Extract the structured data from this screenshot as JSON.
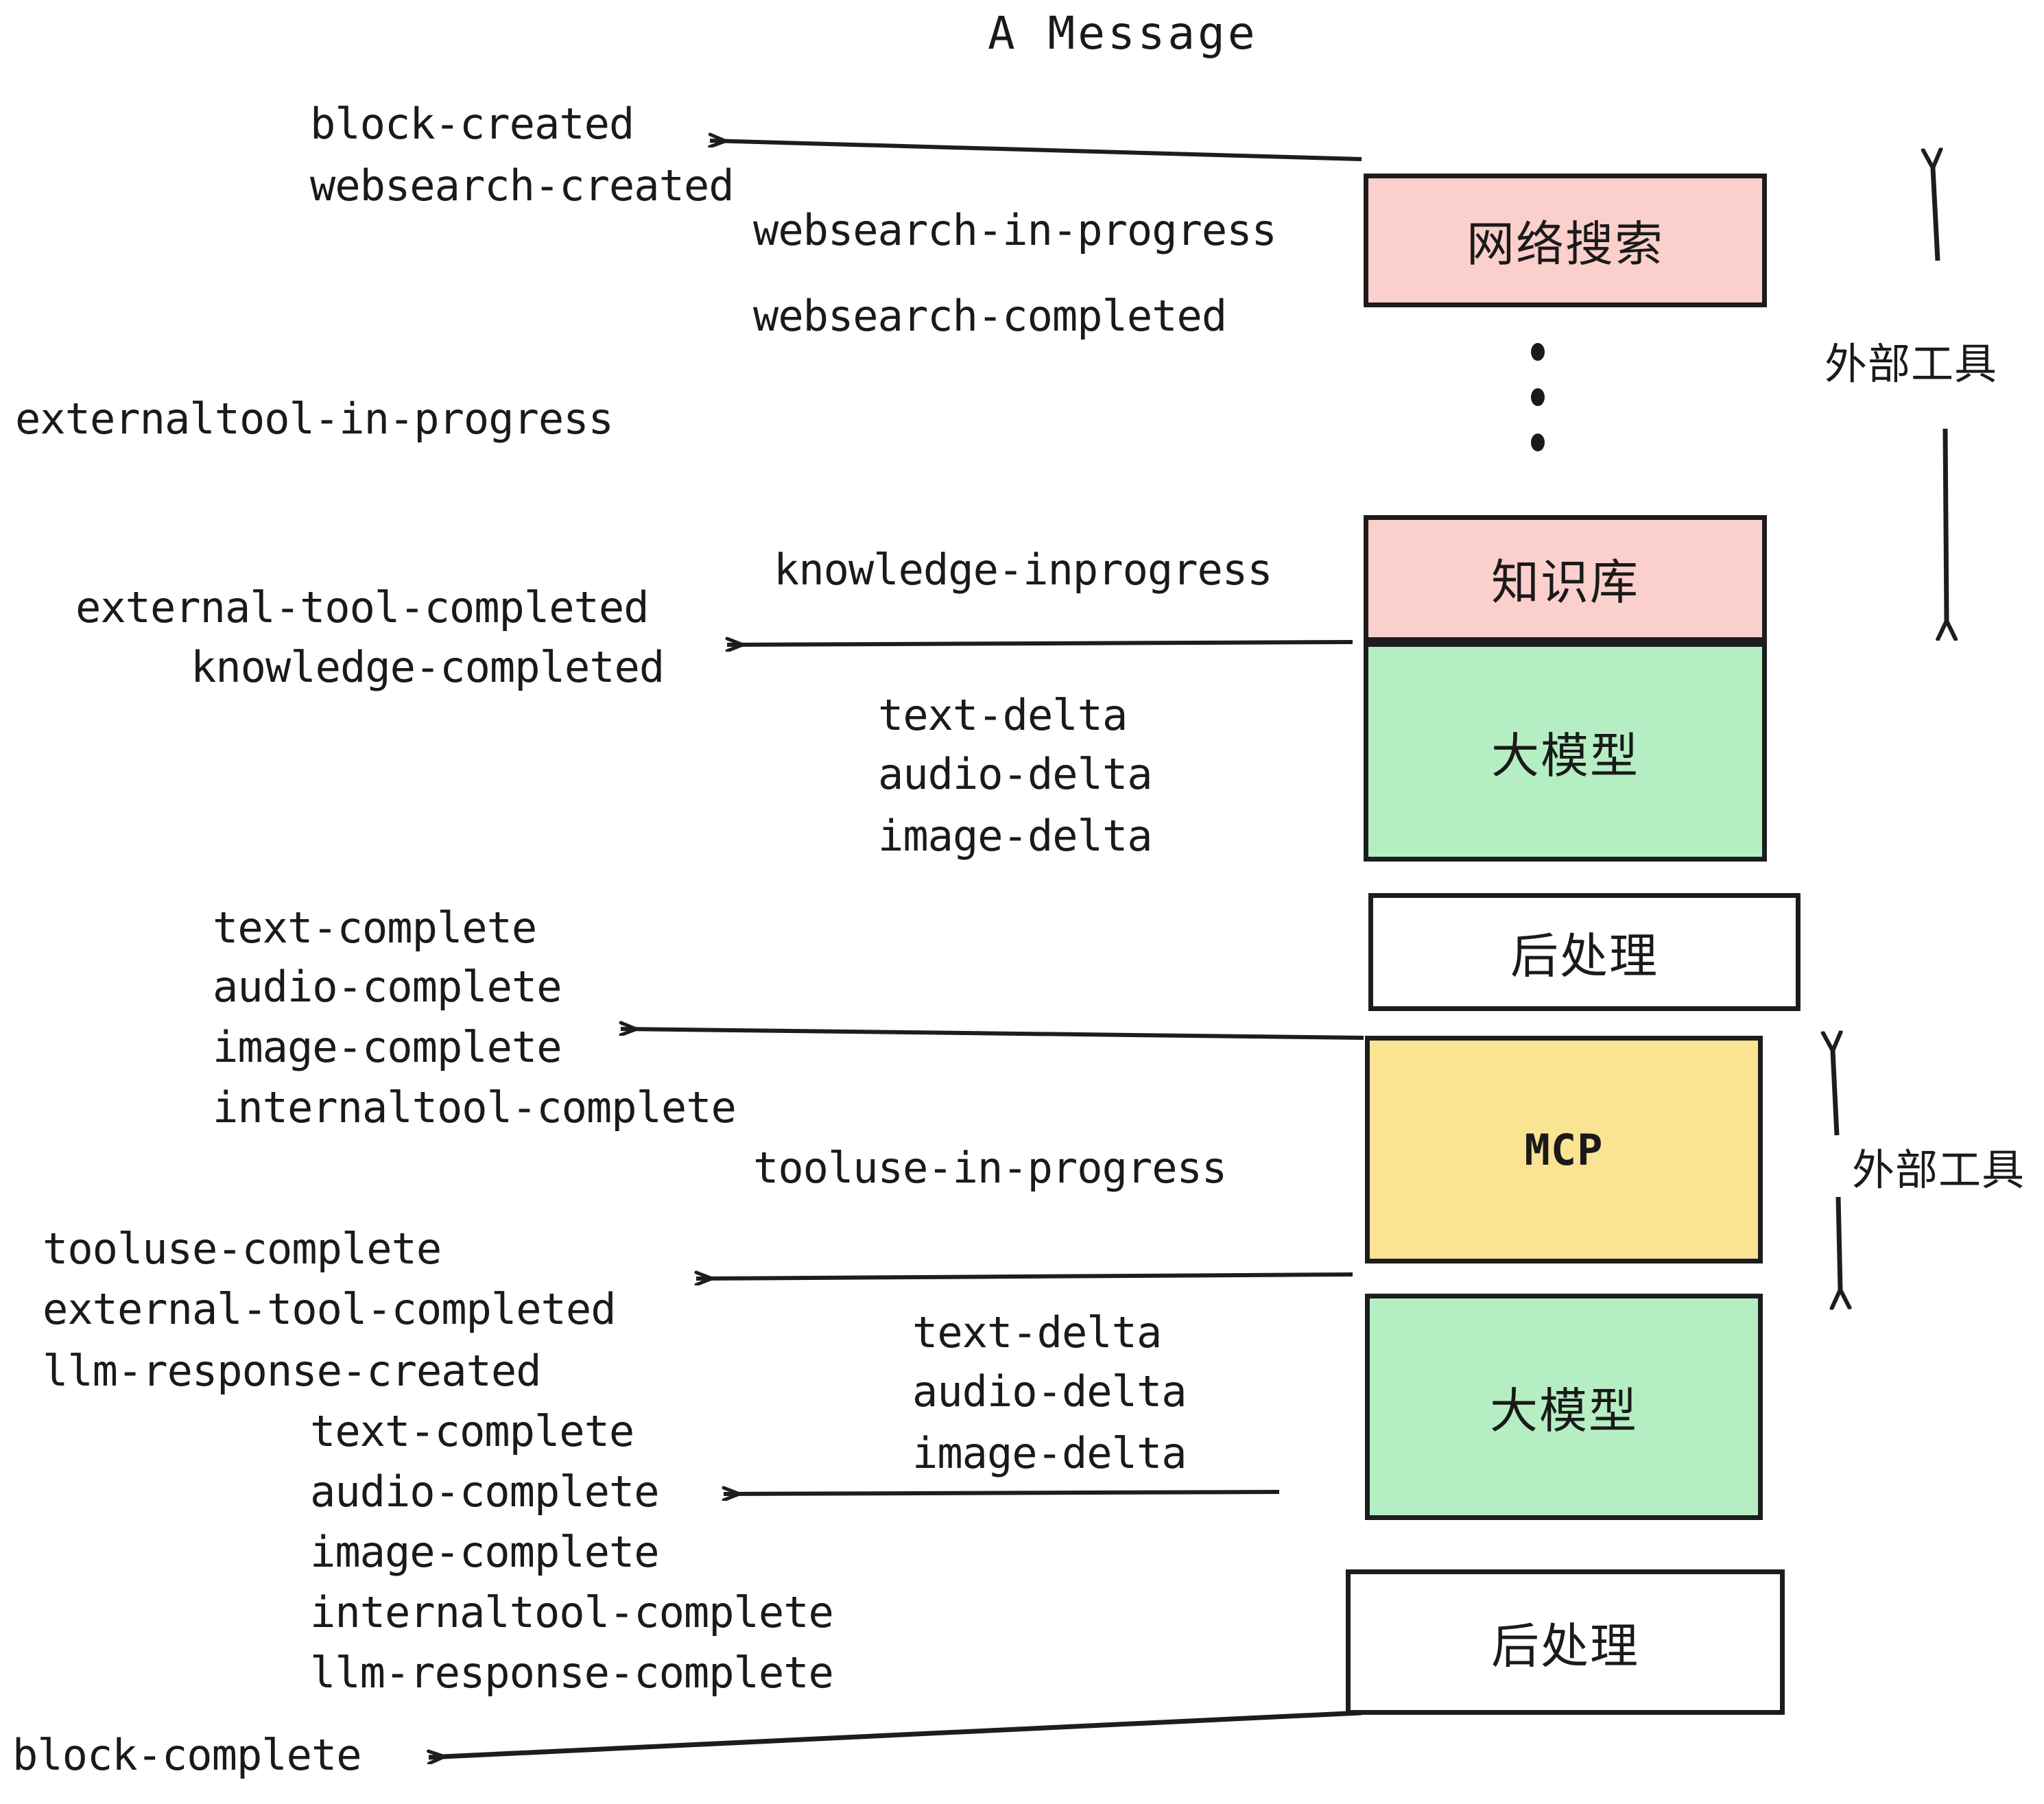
{
  "title": "A Message",
  "colors": {
    "pink": "#fbcfcb",
    "green": "#b5eec2",
    "yellow": "#fbe394",
    "white": "#ffffff",
    "stroke": "#1d1d1d",
    "text": "#1a1a1a"
  },
  "boxes": [
    {
      "name": "web-search",
      "label": "网络搜索",
      "fill": "#fbcfcb"
    },
    {
      "name": "knowledge-base",
      "label": "知识库",
      "fill": "#fbcfcb"
    },
    {
      "name": "llm-upper",
      "label": "大模型",
      "fill": "#b5eec2"
    },
    {
      "name": "postprocess-upper",
      "label": "后处理",
      "fill": "#ffffff"
    },
    {
      "name": "mcp",
      "label": "MCP",
      "fill": "#fbe394"
    },
    {
      "name": "llm-lower",
      "label": "大模型",
      "fill": "#b5eec2"
    },
    {
      "name": "postprocess-lower",
      "label": "后处理",
      "fill": "#ffffff"
    }
  ],
  "side_labels": [
    {
      "name": "external-tool-upper",
      "label": "外部工具"
    },
    {
      "name": "external-tool-lower",
      "label": "外部工具"
    }
  ],
  "events": {
    "block_created": "block-created",
    "websearch_created": "websearch-created",
    "websearch_in_progress": "websearch-in-progress",
    "websearch_completed": "websearch-completed",
    "externaltool_in_progress": "externaltool-in-progress",
    "knowledge_inprogress": "knowledge-inprogress",
    "external_tool_completed_1": "external-tool-completed",
    "knowledge_completed": "knowledge-completed",
    "text_delta_1": "text-delta",
    "audio_delta_1": "audio-delta",
    "image_delta_1": "image-delta",
    "text_complete_1": "text-complete",
    "audio_complete_1": "audio-complete",
    "image_complete_1": "image-complete",
    "internaltool_complete_1": "internaltool-complete",
    "tooluse_in_progress": "tooluse-in-progress",
    "tooluse_complete": "tooluse-complete",
    "external_tool_completed_2": "external-tool-completed",
    "llm_response_created": "llm-response-created",
    "text_delta_2": "text-delta",
    "audio_delta_2": "audio-delta",
    "image_delta_2": "image-delta",
    "text_complete_2": "text-complete",
    "audio_complete_2": "audio-complete",
    "image_complete_2": "image-complete",
    "internaltool_complete_2": "internaltool-complete",
    "llm_response_complete": "llm-response-complete",
    "block_complete": "block-complete"
  }
}
